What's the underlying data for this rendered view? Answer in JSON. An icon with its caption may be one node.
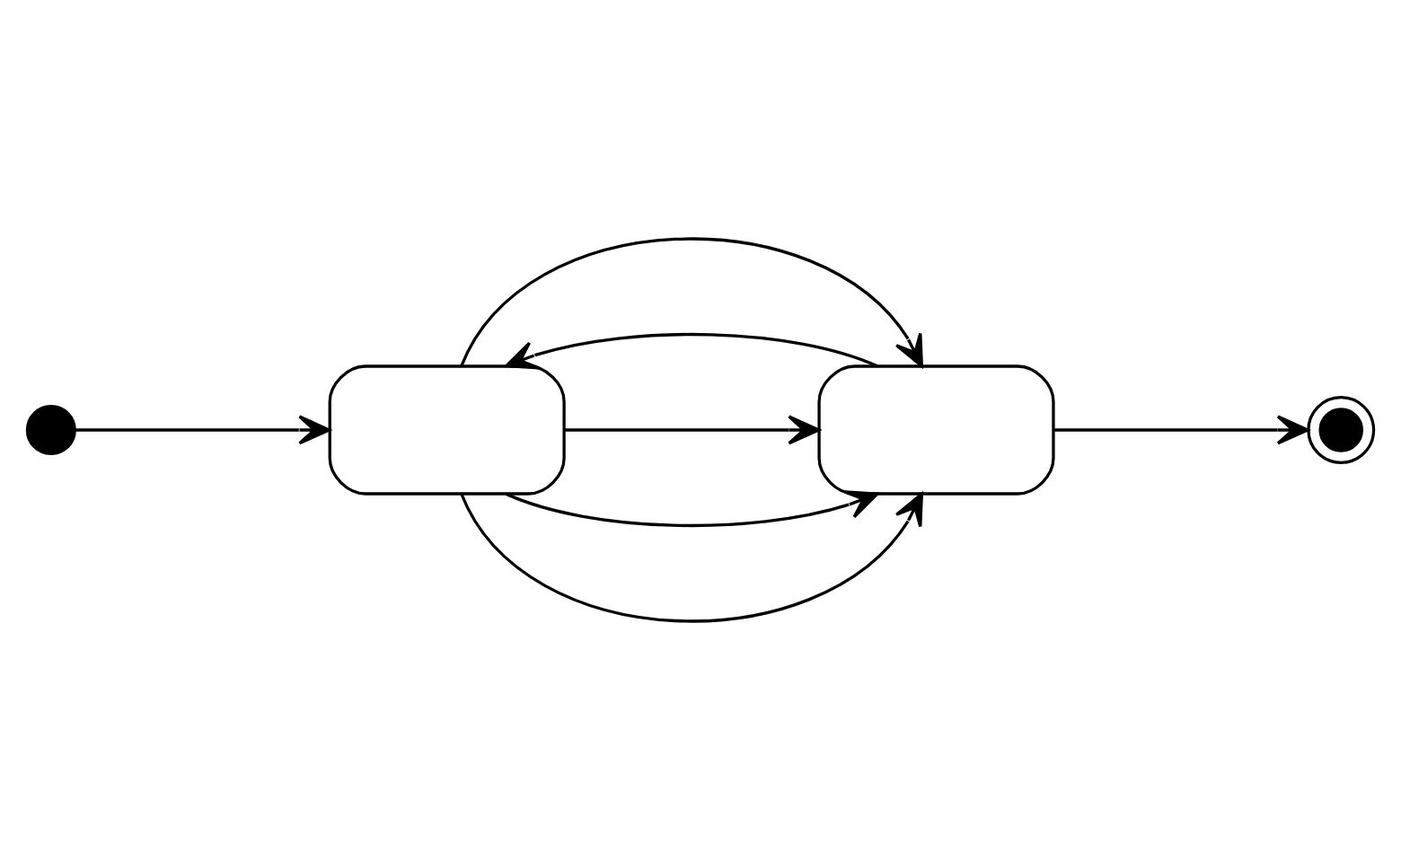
{
  "diagram": {
    "nodes": [
      {
        "text": [],
        "shape": "circle"
      },
      {
        "text": [],
        "shape": "box"
      },
      {
        "text": [],
        "shape": "box"
      },
      {
        "text": [],
        "shape": "bullseye"
      }
    ],
    "edges": [
      {
        "from": 0,
        "to": 1,
        "arrow": "to"
      },
      {
        "from": 1,
        "to": 2,
        "arrow": "to"
      },
      {
        "from": 1,
        "to": 2,
        "arrow": "to"
      },
      {
        "from": 1,
        "to": 2,
        "arrow": "to"
      },
      {
        "from": 2,
        "to": 1,
        "arrow": "to"
      },
      {
        "from": 1,
        "to": 2,
        "arrow": "to"
      },
      {
        "from": 2,
        "to": 3,
        "arrow": "to"
      }
    ]
  }
}
